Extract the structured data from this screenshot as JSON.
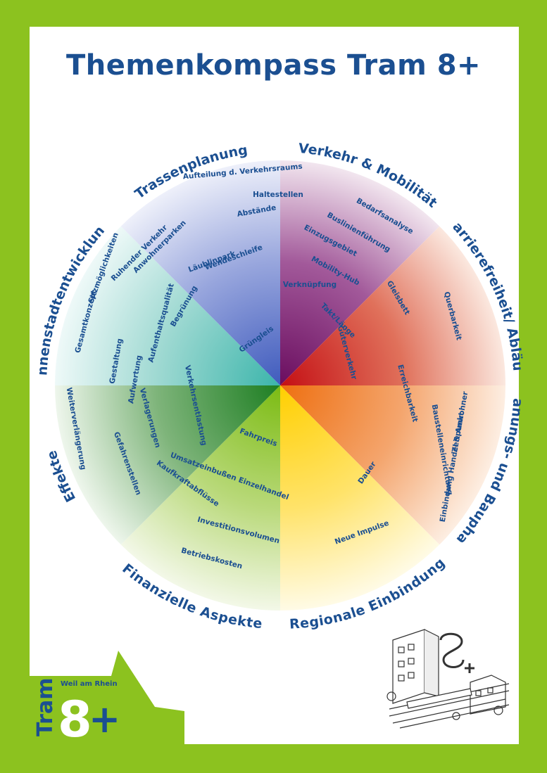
{
  "title": "Themenkompass Tram 8+",
  "sectors": [
    {
      "name": "Verkehr & Mobilität",
      "color": "#7b1a6e",
      "topics": [
        "Bedarfsanalyse",
        "Buslinienführung",
        "Einzugsgebiet",
        "Mobility-Hub",
        "Verknüpfung",
        "Takt/Länge"
      ]
    },
    {
      "name": "Barrierefreiheit/ Abläufe",
      "color": "#c4151c",
      "topics": [
        "Querbarkeit",
        "Gleisbett"
      ]
    },
    {
      "name": "Planungs- und Bauphase",
      "color": "#ef7d1b",
      "topics": [
        "Erreichbarkeit",
        "Baustelleneinrichtung",
        "Zeitpunkt",
        "Einbindung Handel & Anwohner",
        "Dauer",
        "Güterverkehr"
      ]
    },
    {
      "name": "Regionale Einbindung",
      "color": "#ffd500",
      "topics": [
        "Neue Impulse"
      ]
    },
    {
      "name": "Finanzielle Aspekte",
      "color": "#8cc21f",
      "topics": [
        "Fahrpreis",
        "Umsatzeinbußen Einzelhandel",
        "Kaufkraftabflüsse",
        "Investitionsvolumen",
        "Betriebskosten"
      ]
    },
    {
      "name": "Effekte",
      "color": "#2b8a2f",
      "topics": [
        "Weiterverlängerung",
        "Gefahrenstellen",
        "Verlagerungen",
        "Verkehrsentlastung"
      ]
    },
    {
      "name": "Innenstadtentwicklung",
      "color": "#5bc0b7",
      "topics": [
        "Sitzmöglichkeiten",
        "Gesamtkonzept",
        "Gestaltung",
        "Aufwertung",
        "Aufenthaltsqualität",
        "Begrünung"
      ]
    },
    {
      "name": "Trassenplanung",
      "color": "#4b67bf",
      "topics": [
        "Aufteilung d. Verkehrsraums",
        "Haltestellen",
        "Abstände",
        "Ruhender Verkehr",
        "Anwohnerparken",
        "Läublinpark",
        "Wendeschleife",
        "Grüngleis"
      ]
    }
  ],
  "logo": {
    "word": "Tram",
    "number": "8",
    "plus": "+",
    "place": "Weil am Rhein"
  }
}
